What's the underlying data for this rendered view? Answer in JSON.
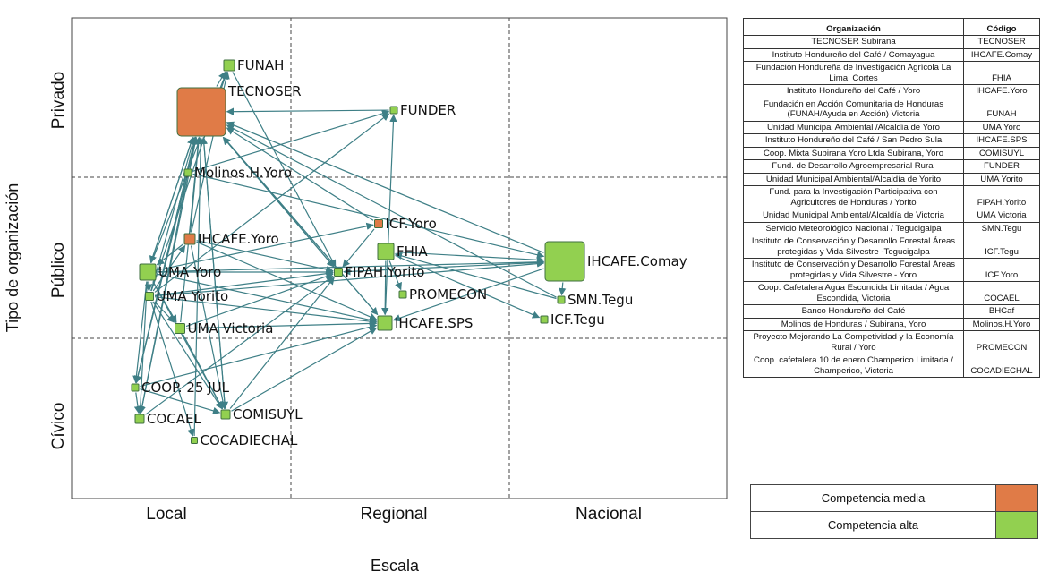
{
  "diagram": {
    "y_axis_title": "Tipo de organización",
    "x_axis_title": "Escala",
    "x_categories": [
      "Local",
      "Regional",
      "Nacional"
    ],
    "y_categories": [
      "Privado",
      "Público",
      "Cívico"
    ],
    "colors": {
      "media": "#e07b47",
      "alta": "#92d050",
      "edge": "#3e7f86",
      "node_border": "#3f6f3f"
    },
    "nodes": [
      {
        "id": "TECNOSER",
        "label": "TECNOSER",
        "competencia": "media"
      },
      {
        "id": "FUNAH",
        "label": "FUNAH",
        "competencia": "alta"
      },
      {
        "id": "FUNDER",
        "label": "FUNDER",
        "competencia": "alta"
      },
      {
        "id": "MolinosHYoro",
        "label": "Molinos.H.Yoro",
        "competencia": "alta"
      },
      {
        "id": "ICFYoro",
        "label": "ICF.Yoro",
        "competencia": "media"
      },
      {
        "id": "IHCAFEYoro",
        "label": "IHCAFE.Yoro",
        "competencia": "media"
      },
      {
        "id": "FHIA",
        "label": "FHIA",
        "competencia": "alta"
      },
      {
        "id": "IHCAFEComay",
        "label": "IHCAFE.Comay",
        "competencia": "alta"
      },
      {
        "id": "UMAYoro",
        "label": "UMA Yoro",
        "competencia": "alta"
      },
      {
        "id": "FIPAHYorito",
        "label": "FIPAH.Yorito",
        "competencia": "alta"
      },
      {
        "id": "UMAYorito",
        "label": "UMA Yorito",
        "competencia": "alta"
      },
      {
        "id": "PROMECON",
        "label": "PROMECON",
        "competencia": "alta"
      },
      {
        "id": "SMNTegu",
        "label": "SMN.Tegu",
        "competencia": "alta"
      },
      {
        "id": "ICFTegu",
        "label": "ICF.Tegu",
        "competencia": "alta"
      },
      {
        "id": "UMAVictoria",
        "label": "UMA Victoria",
        "competencia": "alta"
      },
      {
        "id": "IHCAFESPS",
        "label": "IHCAFE.SPS",
        "competencia": "alta"
      },
      {
        "id": "COOP25JUL",
        "label": "COOP. 25 JUL",
        "competencia": "alta"
      },
      {
        "id": "COCAEL",
        "label": "COCAEL",
        "competencia": "alta"
      },
      {
        "id": "COMISUYL",
        "label": "COMISUYL",
        "competencia": "alta"
      },
      {
        "id": "COCADIECHAL",
        "label": "COCADIECHAL",
        "competencia": "alta"
      }
    ],
    "edges": [
      [
        "FIPAHYorito",
        "TECNOSER"
      ],
      [
        "MolinosHYoro",
        "TECNOSER"
      ],
      [
        "IHCAFEYoro",
        "TECNOSER"
      ],
      [
        "UMAYoro",
        "TECNOSER"
      ],
      [
        "UMAYorito",
        "TECNOSER"
      ],
      [
        "UMAVictoria",
        "TECNOSER"
      ],
      [
        "COOP25JUL",
        "TECNOSER"
      ],
      [
        "COCAEL",
        "TECNOSER"
      ],
      [
        "COMISUYL",
        "TECNOSER"
      ],
      [
        "COCADIECHAL",
        "TECNOSER"
      ],
      [
        "ICFYoro",
        "TECNOSER"
      ],
      [
        "IHCAFESPS",
        "TECNOSER"
      ],
      [
        "IHCAFEComay",
        "TECNOSER"
      ],
      [
        "FUNDER",
        "TECNOSER"
      ],
      [
        "SMNTegu",
        "TECNOSER"
      ],
      [
        "TECNOSER",
        "FUNAH"
      ],
      [
        "UMAYoro",
        "FUNAH"
      ],
      [
        "UMAYorito",
        "FUNAH"
      ],
      [
        "IHCAFEYoro",
        "FUNAH"
      ],
      [
        "UMAYorito",
        "FUNDER"
      ],
      [
        "IHCAFESPS",
        "FUNDER"
      ],
      [
        "MolinosHYoro",
        "FUNDER"
      ],
      [
        "TECNOSER",
        "FIPAHYorito"
      ],
      [
        "TECNOSER",
        "IHCAFESPS"
      ],
      [
        "FUNAH",
        "FIPAHYorito"
      ],
      [
        "ICFYoro",
        "FIPAHYorito"
      ],
      [
        "IHCAFEYoro",
        "FIPAHYorito"
      ],
      [
        "UMAYoro",
        "FIPAHYorito"
      ],
      [
        "UMAYorito",
        "FIPAHYorito"
      ],
      [
        "COCAEL",
        "FIPAHYorito"
      ],
      [
        "COMISUYL",
        "FIPAHYorito"
      ],
      [
        "UMAVictoria",
        "FIPAHYorito"
      ],
      [
        "IHCAFEComay",
        "FIPAHYorito"
      ],
      [
        "UMAYoro",
        "IHCAFEComay"
      ],
      [
        "FHIA",
        "IHCAFEComay"
      ],
      [
        "MolinosHYoro",
        "IHCAFEComay"
      ],
      [
        "UMAYorito",
        "IHCAFEComay"
      ],
      [
        "IHCAFEComay",
        "IHCAFESPS"
      ],
      [
        "IHCAFEComay",
        "SMNTegu"
      ],
      [
        "FHIA",
        "ICFTegu"
      ],
      [
        "FHIA",
        "IHCAFESPS"
      ],
      [
        "SMNTegu",
        "FHIA"
      ],
      [
        "FHIA",
        "PROMECON"
      ],
      [
        "UMAYoro",
        "IHCAFESPS"
      ],
      [
        "UMAYorito",
        "IHCAFESPS"
      ],
      [
        "IHCAFEYoro",
        "IHCAFESPS"
      ],
      [
        "COOP25JUL",
        "IHCAFESPS"
      ],
      [
        "COMISUYL",
        "IHCAFESPS"
      ],
      [
        "UMAVictoria",
        "IHCAFESPS"
      ],
      [
        "UMAYoro",
        "UMAVictoria"
      ],
      [
        "UMAYoro",
        "COOP25JUL"
      ],
      [
        "UMAYoro",
        "COCAEL"
      ],
      [
        "UMAYorito",
        "COCADIECHAL"
      ],
      [
        "UMAYoro",
        "COMISUYL"
      ],
      [
        "IHCAFEYoro",
        "COMISUYL"
      ],
      [
        "MolinosHYoro",
        "COOP25JUL"
      ],
      [
        "MolinosHYoro",
        "COCAEL"
      ],
      [
        "UMAYorito",
        "COMISUYL"
      ],
      [
        "UMAVictoria",
        "COMISUYL"
      ],
      [
        "COOP25JUL",
        "COMISUYL"
      ],
      [
        "UMAYorito",
        "UMAVictoria"
      ],
      [
        "UMAYoro",
        "UMAYorito"
      ],
      [
        "IHCAFEYoro",
        "UMAYoro"
      ],
      [
        "COOP25JUL",
        "COCAEL"
      ],
      [
        "UMAYoro",
        "ICFYoro"
      ],
      [
        "UMAYorito",
        "IHCAFEYoro"
      ],
      [
        "TECNOSER",
        "UMAYoro"
      ],
      [
        "TECNOSER",
        "COOP25JUL"
      ],
      [
        "TECNOSER",
        "COMISUYL"
      ]
    ]
  },
  "table": {
    "headers": [
      "Organización",
      "Código"
    ],
    "rows": [
      {
        "org": "TECNOSER Subirana",
        "code": "TECNOSER"
      },
      {
        "org": "Instituto Hondureño del Café / Comayagua",
        "code": "IHCAFE.Comay"
      },
      {
        "org": "Fundación Hondureña de Investigación Agrícola La Lima, Cortes",
        "code": "FHIA"
      },
      {
        "org": "Instituto Hondureño del Café / Yoro",
        "code": "IHCAFE.Yoro"
      },
      {
        "org": "Fundación en Acción Comunitaria de Honduras (FUNAH/Ayuda en Acción) Victoria",
        "code": "FUNAH"
      },
      {
        "org": "Unidad Municipal Ambiental /Alcaldía de Yoro",
        "code": "UMA Yoro"
      },
      {
        "org": "Instituto Hondureño del Café / San Pedro Sula",
        "code": "IHCAFE.SPS"
      },
      {
        "org": "Coop. Mixta Subirana Yoro Ltda Subirana, Yoro",
        "code": "COMISUYL"
      },
      {
        "org": "Fund. de Desarrollo Agroempresarial Rural",
        "code": "FUNDER"
      },
      {
        "org": "Unidad Municipal Ambiental/Alcaldía de Yorito",
        "code": "UMA Yorito"
      },
      {
        "org": "Fund. para la Investigación Participativa con Agricultores de Honduras / Yorito",
        "code": "FIPAH.Yorito"
      },
      {
        "org": "Unidad Municipal Ambiental/Alcaldía de Victoria",
        "code": "UMA Victoria"
      },
      {
        "org": "Servicio Meteorológico Nacional / Tegucigalpa",
        "code": "SMN.Tegu"
      },
      {
        "org": "Instituto de Conservación y Desarrollo Forestal Áreas protegidas y Vida Silvestre -Tegucigalpa",
        "code": "ICF.Tegu"
      },
      {
        "org": "Instituto de Conservación y Desarrollo Forestal Áreas protegidas y Vida Silvestre - Yoro",
        "code": "ICF.Yoro"
      },
      {
        "org": "Coop. Cafetalera Agua Escondida Limitada / Agua Escondida, Victoria",
        "code": "COCAEL"
      },
      {
        "org": "Banco Hondureño del Café",
        "code": "BHCaf"
      },
      {
        "org": "Molinos de Honduras / Subirana, Yoro",
        "code": "Molinos.H.Yoro"
      },
      {
        "org": "Proyecto Mejorando La Competividad y la Economía Rural / Yoro",
        "code": "PROMECON"
      },
      {
        "org": "Coop. cafetalera 10 de enero Champerico Limitada / Champerico, Victoria",
        "code": "COCADIECHAL"
      }
    ]
  },
  "legend": [
    {
      "label": "Competencia media",
      "color": "#e07b47"
    },
    {
      "label": "Competencia alta",
      "color": "#92d050"
    }
  ]
}
